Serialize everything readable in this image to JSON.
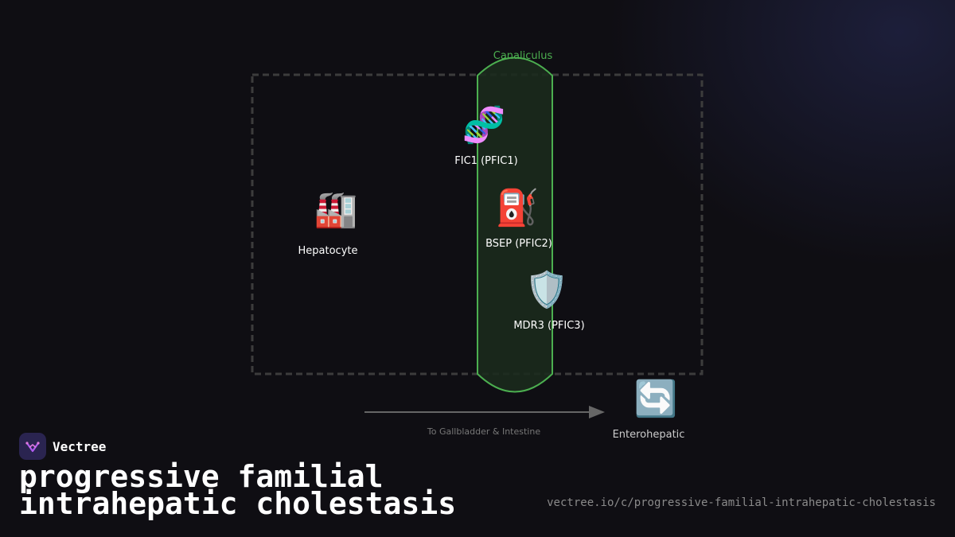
{
  "diagram": {
    "canaliculus_label": "Canaliculus",
    "nodes": {
      "hepatocyte": {
        "icon": "factory-icon",
        "glyph": "🏭",
        "label": "Hepatocyte"
      },
      "fic1": {
        "icon": "dna-icon",
        "glyph": "🧬",
        "label": "FIC1 (PFIC1)"
      },
      "bsep": {
        "icon": "fuel-pump-icon",
        "glyph": "⛽",
        "label": "BSEP (PFIC2)"
      },
      "mdr3": {
        "icon": "shield-icon",
        "glyph": "🛡️",
        "label": "MDR3 (PFIC3)"
      },
      "enterohepatic": {
        "icon": "cycle-arrows-icon",
        "glyph": "🔄",
        "label": "Enterohepatic"
      }
    },
    "flow_label": "To Gallbladder & Intestine",
    "colors": {
      "canaliculus_stroke": "#4caf50",
      "canaliculus_fill": "#1b2a1d",
      "cell_border": "#3c3c3c",
      "arrow": "#666666"
    }
  },
  "brand": {
    "name": "Vectree"
  },
  "title": "progressive familial intrahepatic cholestasis",
  "url": "vectree.io/c/progressive-familial-intrahepatic-cholestasis"
}
